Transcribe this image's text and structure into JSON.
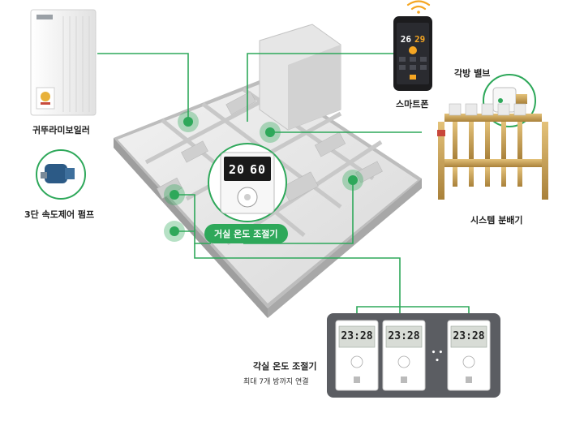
{
  "labels": {
    "boiler": "귀뚜라미보일러",
    "pump": "3단 속도제어 펌프",
    "smartphone": "스마트폰",
    "valve": "각방 밸브",
    "manifold": "시스템 분배기",
    "living_controller": "거실 온도 조절기",
    "room_controllers_title": "각실 온도 조절기",
    "room_controllers_sub": "최대 7개 방까지 연결"
  },
  "living_display": {
    "left": "20",
    "right": "60"
  },
  "phone_display": {
    "left": "26",
    "right": "29"
  },
  "room_display": {
    "left": "23",
    "right": "28"
  },
  "ellipsis": "• • •",
  "colors": {
    "accent": "#2ea85a",
    "panel": "#5b5d62"
  }
}
